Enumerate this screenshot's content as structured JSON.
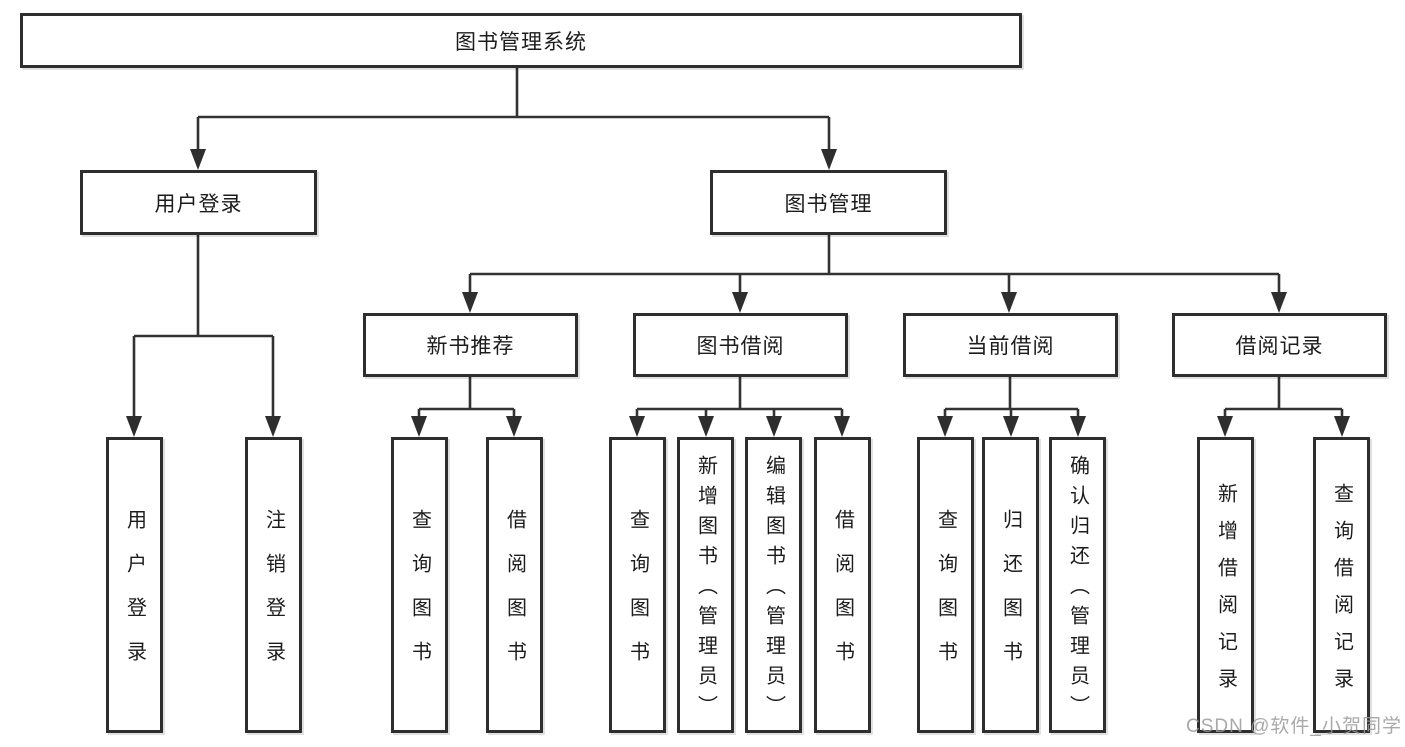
{
  "diagram": {
    "root": {
      "label": "图书管理系统",
      "children": [
        {
          "label": "用户登录",
          "children": [
            {
              "label": "用户登录"
            },
            {
              "label": "注销登录"
            }
          ]
        },
        {
          "label": "图书管理",
          "children": [
            {
              "label": "新书推荐",
              "children": [
                {
                  "label": "查询图书"
                },
                {
                  "label": "借阅图书"
                }
              ]
            },
            {
              "label": "图书借阅",
              "children": [
                {
                  "label": "查询图书"
                },
                {
                  "label": "新增图书（管理员）"
                },
                {
                  "label": "编辑图书（管理员）"
                },
                {
                  "label": "借阅图书"
                }
              ]
            },
            {
              "label": "当前借阅",
              "children": [
                {
                  "label": "查询图书"
                },
                {
                  "label": "归还图书"
                },
                {
                  "label": "确认归还（管理员）"
                }
              ]
            },
            {
              "label": "借阅记录",
              "children": [
                {
                  "label": "新增借阅记录"
                },
                {
                  "label": "查询借阅记录"
                }
              ]
            }
          ]
        }
      ]
    }
  },
  "watermark": {
    "text": "CSDN @软件_小贺同学"
  },
  "colors": {
    "line": "#333333",
    "box_border": "#2e2e2e",
    "box_fill": "#ffffff",
    "text": "#1c1c1c",
    "watermark": "#9a9a9a",
    "background": "#ffffff"
  }
}
